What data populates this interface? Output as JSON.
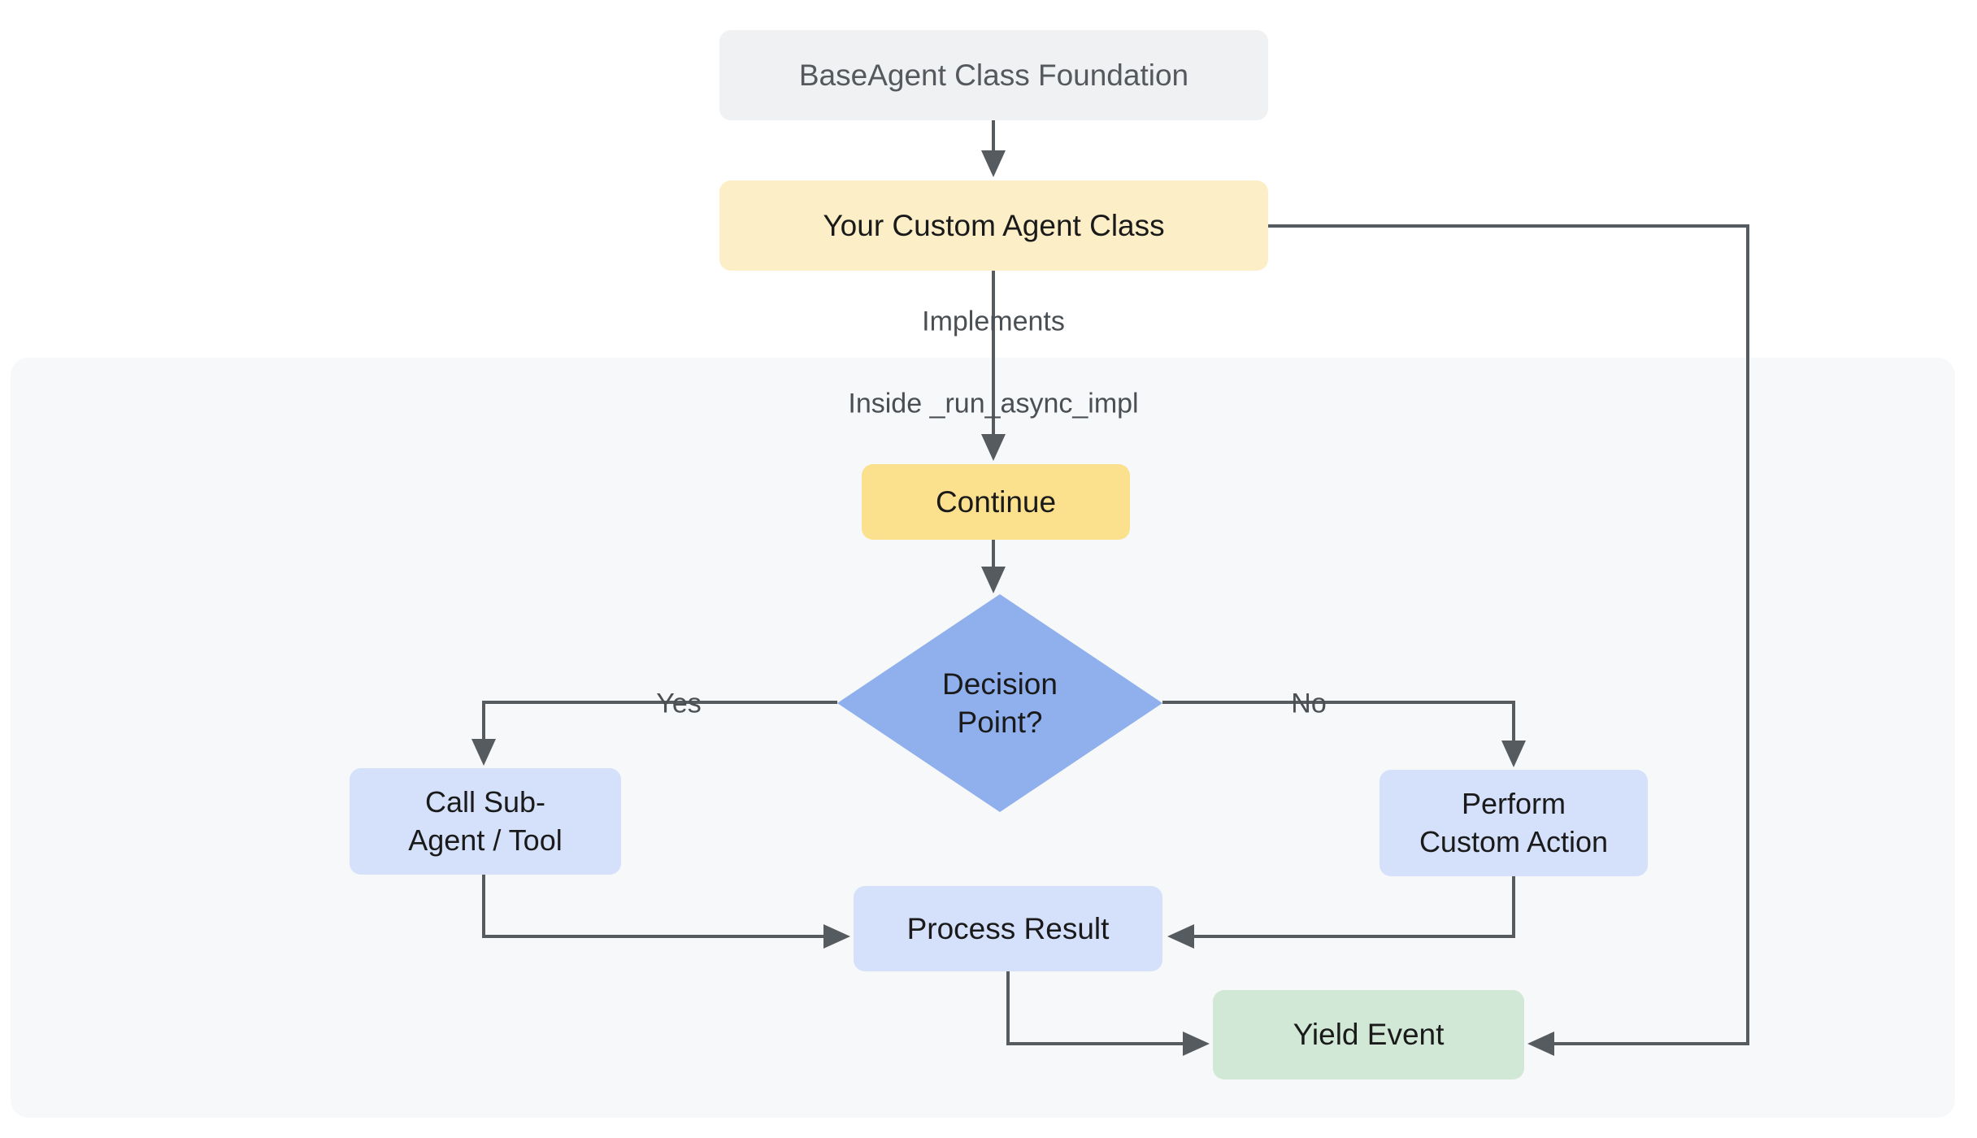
{
  "diagram": {
    "title": "Custom Agent Flow",
    "colors": {
      "base_node_fill": "#eff1f3",
      "base_node_text": "#55595d",
      "custom_agent_fill": "#fcefc7",
      "continue_fill": "#fbe08e",
      "decision_fill": "#8fb0ec",
      "process_fill": "#d5e0fb",
      "yield_fill": "#d2e8d6",
      "subgraph_fill": "#f6f8fa",
      "edge_stroke": "#565b60",
      "page_background": "#ffffff"
    },
    "nodes": {
      "base_agent": "BaseAgent Class Foundation",
      "custom_agent": "Your Custom Agent Class",
      "continue": "Continue",
      "decision": "Decision\nPoint?",
      "call_sub_agent": "Call Sub-\nAgent / Tool",
      "perform_custom_action": "Perform\nCustom Action",
      "process_result": "Process Result",
      "yield_event": "Yield Event"
    },
    "edge_labels": {
      "implements": "Implements",
      "inside_run_async_impl": "Inside _run_async_impl",
      "yes": "Yes",
      "no": "No"
    }
  }
}
